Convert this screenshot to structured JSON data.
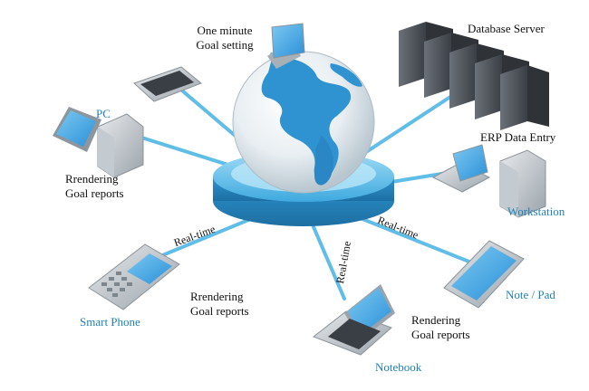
{
  "labels": {
    "goal_setting_line1": "One minute",
    "goal_setting_line2": "Goal setting",
    "database_server": "Database Server",
    "pc": "PC",
    "rrendering_left_line1": "Rrendering",
    "rrendering_left_line2": "Goal reports",
    "erp_data_entry": "ERP Data Entry",
    "workstation": "Workstation",
    "real_time_left": "Real-time",
    "real_time_center": "Real-time",
    "real_time_right": "Real-time",
    "smart_phone": "Smart Phone",
    "rrendering_center_line1": "Rrendering",
    "rrendering_center_line2": "Goal reports",
    "note_pad": "Note / Pad",
    "rendering_right_line1": "Rendering",
    "rendering_right_line2": "Goal reports",
    "notebook": "Notebook"
  },
  "colors": {
    "link_blue": "#1f7fb6",
    "cable": "#4fb6e6",
    "hub": "#3aa6dc",
    "screen": "#3ea9e8",
    "device_gray": "#9aa3ab",
    "server_dark": "#4a4f55"
  }
}
